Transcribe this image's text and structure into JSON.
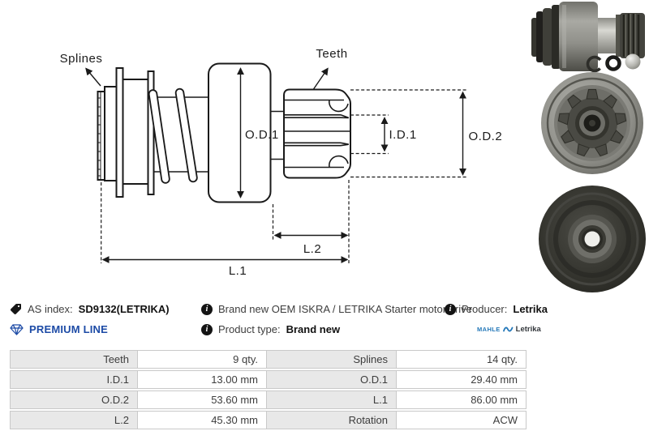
{
  "diagram": {
    "labels": {
      "splines": "Splines",
      "teeth": "Teeth",
      "od1": "O.D.1",
      "id1": "I.D.1",
      "od2": "O.D.2",
      "l2": "L.2",
      "l1": "L.1"
    }
  },
  "photos": [
    {
      "name": "starter-drive-side-view-with-snap-ring-o-ring-and-ball"
    },
    {
      "name": "pinion-gear-front-view"
    },
    {
      "name": "drive-clutch-back-view"
    }
  ],
  "info": {
    "as_index": {
      "label": "AS index:",
      "value": "SD9132(LETRIKA)"
    },
    "premium_line": "PREMIUM LINE",
    "description": "Brand new OEM ISKRA / LETRIKA Starter motor drive",
    "product_type": {
      "label": "Product type:",
      "value": "Brand new"
    },
    "producer": {
      "label": "Producer:",
      "value": "Letrika"
    },
    "brand": {
      "mahle": "MAHLE",
      "letrika": "Letrika"
    }
  },
  "spec_table": {
    "rows": [
      {
        "l1": "Teeth",
        "v1": "9 qty.",
        "l2": "Splines",
        "v2": "14 qty."
      },
      {
        "l1": "I.D.1",
        "v1": "13.00 mm",
        "l2": "O.D.1",
        "v2": "29.40 mm"
      },
      {
        "l1": "O.D.2",
        "v1": "53.60 mm",
        "l2": "L.1",
        "v2": "86.00 mm"
      },
      {
        "l1": "L.2",
        "v1": "45.30 mm",
        "l2": "Rotation",
        "v2": "ACW"
      }
    ]
  },
  "icons": {
    "tag": "tag-icon",
    "premium_diamond": "diamond-icon",
    "info": "info-icon"
  },
  "colors": {
    "premium_blue": "#1d4ba6",
    "mahle_blue": "#2478b9",
    "table_label_bg": "#e8e8e8",
    "table_border": "#c9c9c9",
    "diagram_line": "#1a1a1a"
  }
}
